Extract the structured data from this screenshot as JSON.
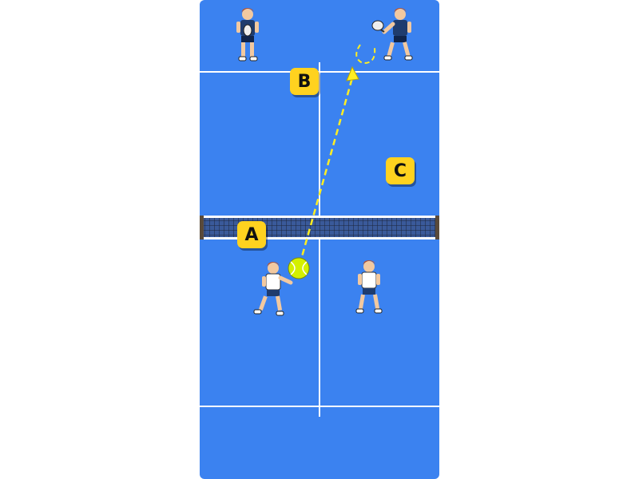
{
  "zones": [
    {
      "id": "a",
      "label": "A"
    },
    {
      "id": "b",
      "label": "B"
    },
    {
      "id": "c",
      "label": "C"
    }
  ],
  "colors": {
    "court": "#3b82f0",
    "lines": "#ffffff",
    "zone_badge": "#ffd21f",
    "trajectory": "#ffee22",
    "ball": "#d4f000",
    "team_far_shirt": "#1f3c6e",
    "team_near_shirt": "#ffffff"
  },
  "icons": {
    "ball": "tennis-ball-icon",
    "trajectory": "dashed-arrow-icon"
  }
}
